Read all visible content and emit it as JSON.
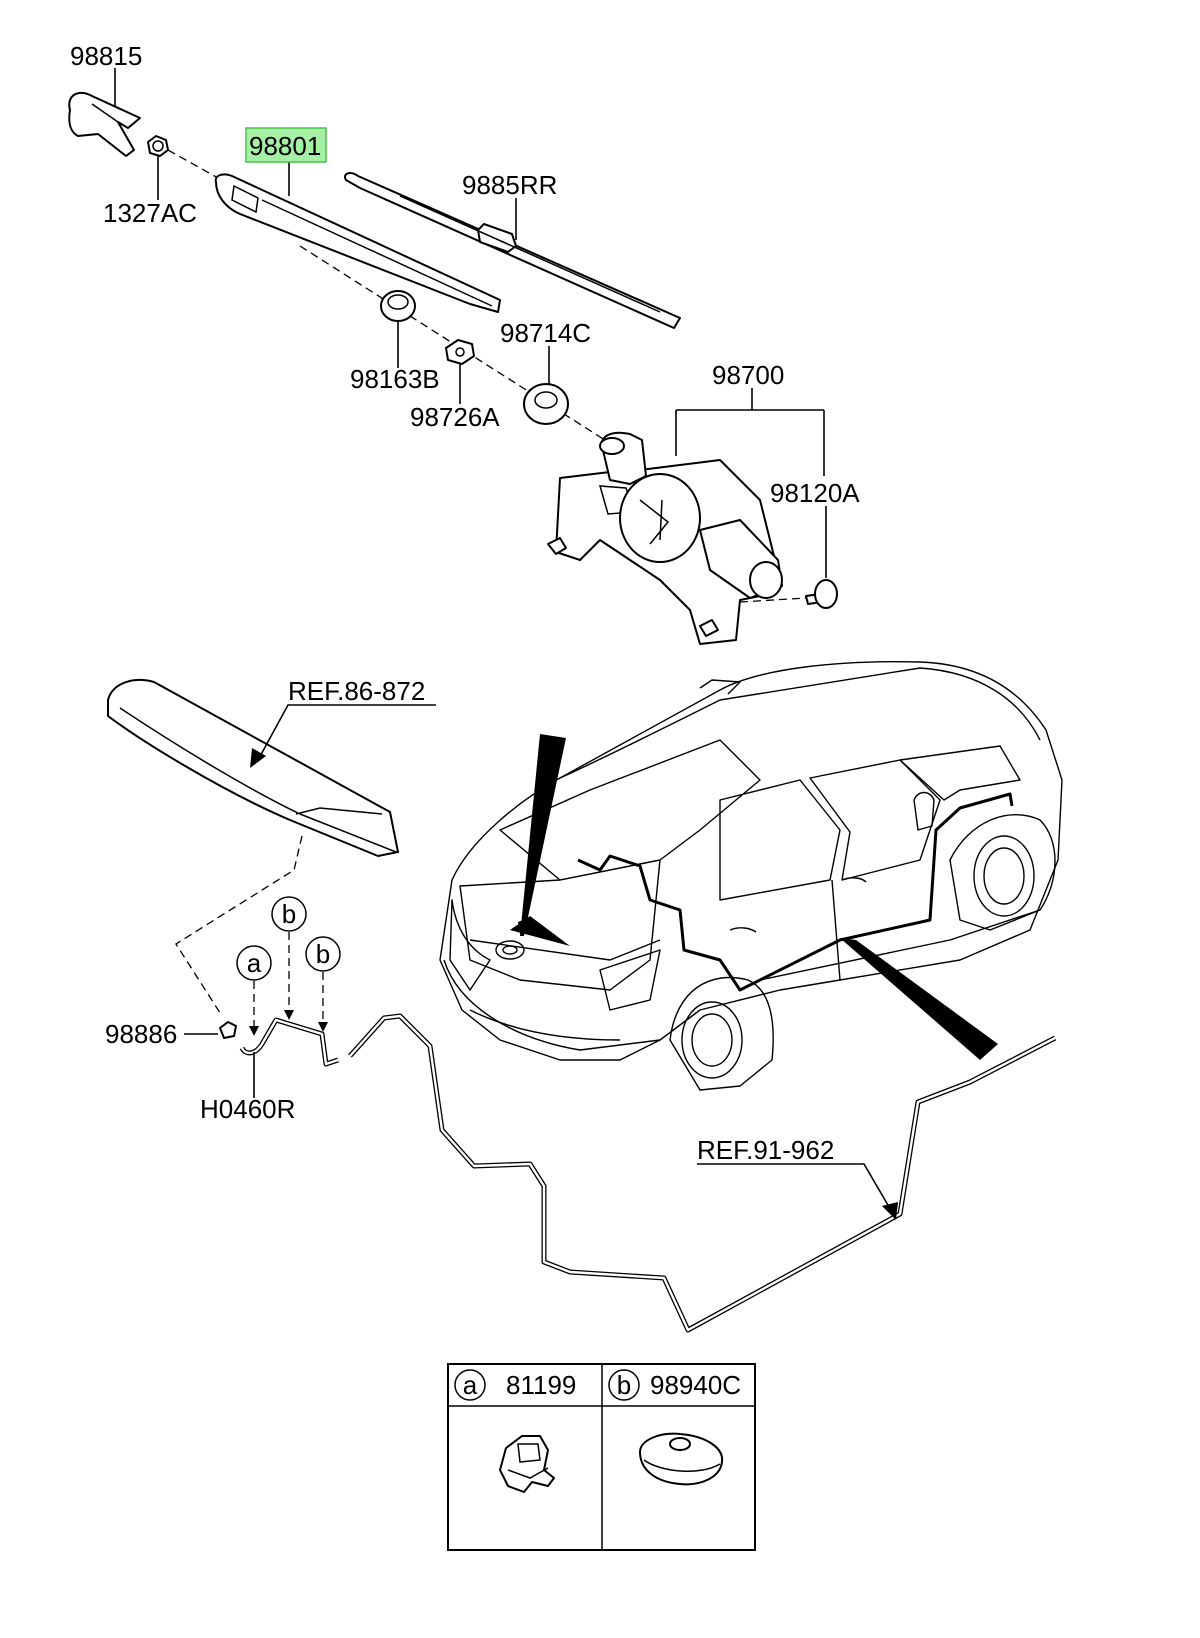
{
  "parts": {
    "p98815": "98815",
    "p98801": "98801",
    "p1327AC": "1327AC",
    "p9885RR": "9885RR",
    "p98714C": "98714C",
    "p98700": "98700",
    "p98163B": "98163B",
    "p98726A": "98726A",
    "p98120A": "98120A",
    "p98886": "98886",
    "pH0460R": "H0460R"
  },
  "refs": {
    "spoiler": "REF.86-872",
    "washer_hose": "REF.91-962"
  },
  "callouts": {
    "a": "a",
    "b": "b"
  },
  "legend": {
    "a_letter": "a",
    "a_part": "81199",
    "b_letter": "b",
    "b_part": "98940C"
  },
  "colors": {
    "highlight_fill": "#a6f0a6",
    "highlight_stroke": "#4cbf4c",
    "line": "#000000"
  }
}
